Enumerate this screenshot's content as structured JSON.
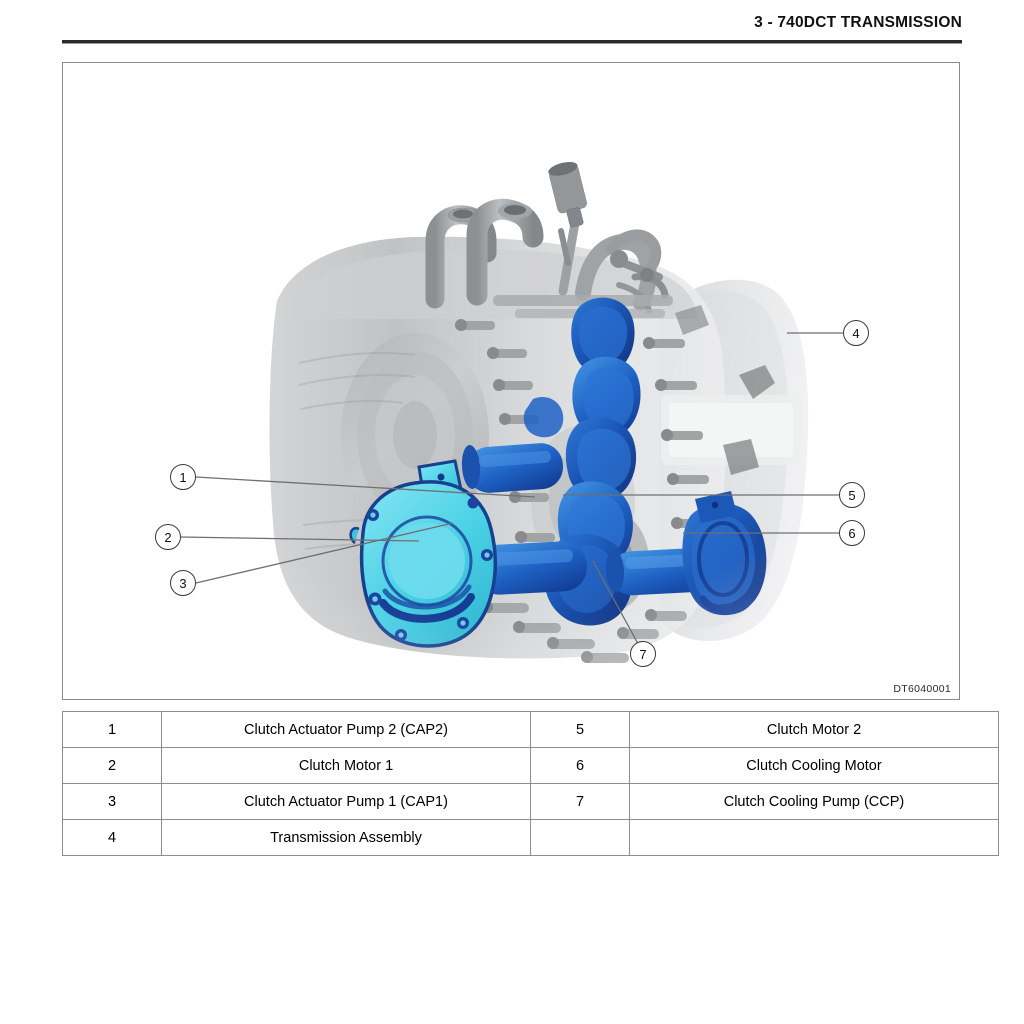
{
  "header": {
    "title": "3 - 740DCT TRANSMISSION"
  },
  "figure": {
    "code": "DT6040001",
    "callouts": [
      {
        "id": "1",
        "label": "1"
      },
      {
        "id": "2",
        "label": "2"
      },
      {
        "id": "3",
        "label": "3"
      },
      {
        "id": "4",
        "label": "4"
      },
      {
        "id": "5",
        "label": "5"
      },
      {
        "id": "6",
        "label": "6"
      },
      {
        "id": "7",
        "label": "7"
      }
    ],
    "colors": {
      "highlight_cyan": "#4ecfe4",
      "highlight_blue": "#1a5fc4",
      "highlight_navy": "#143a8c",
      "housing_gray": "#b9bbbd",
      "housing_light": "#d8dadc",
      "leader_line": "#6f6f6f",
      "box_border": "#8a8a8a"
    }
  },
  "parts_table": {
    "rows": [
      {
        "left_num": "1",
        "left_desc": "Clutch Actuator Pump 2 (CAP2)",
        "right_num": "5",
        "right_desc": "Clutch Motor 2"
      },
      {
        "left_num": "2",
        "left_desc": "Clutch Motor 1",
        "right_num": "6",
        "right_desc": "Clutch Cooling Motor"
      },
      {
        "left_num": "3",
        "left_desc": "Clutch Actuator Pump 1 (CAP1)",
        "right_num": "7",
        "right_desc": "Clutch Cooling Pump (CCP)"
      },
      {
        "left_num": "4",
        "left_desc": "Transmission Assembly",
        "right_num": "",
        "right_desc": ""
      }
    ]
  }
}
